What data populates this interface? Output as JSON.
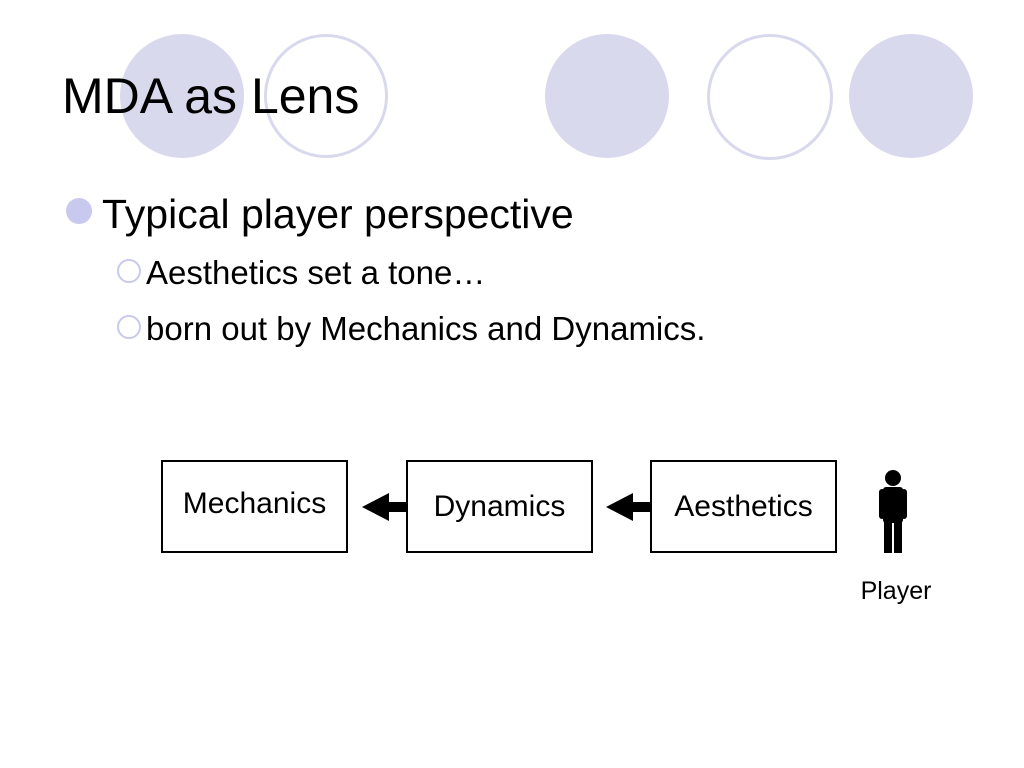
{
  "slide": {
    "title": "MDA as Lens",
    "bullets": [
      {
        "text": "Typical player perspective",
        "subbullets": [
          "Aesthetics set a tone…",
          "born out by Mechanics and Dynamics."
        ]
      }
    ]
  },
  "diagram": {
    "boxes": [
      "Mechanics",
      "Dynamics",
      "Aesthetics"
    ],
    "arrows": [
      {
        "from": "Dynamics",
        "to": "Mechanics"
      },
      {
        "from": "Aesthetics",
        "to": "Dynamics"
      }
    ],
    "actor": {
      "label": "Player",
      "icon": "person-icon"
    }
  },
  "colors": {
    "decoration": "#d9d9ee",
    "bullet": "#c9c9f0",
    "text": "#000000"
  }
}
